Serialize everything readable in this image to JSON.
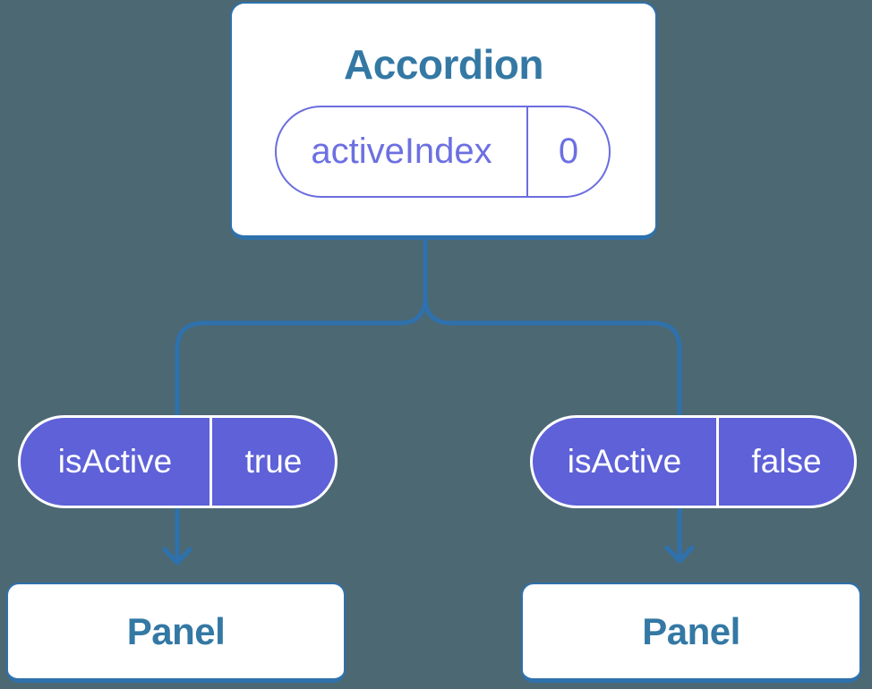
{
  "colors": {
    "background": "#4C6873",
    "connector_blue": "#2E71AC",
    "card_background": "#FFFFFF",
    "heading_blue": "#3478A4",
    "pill_fill_purple": "#5E61D7",
    "pill_outline_purple": "#6B6DDE",
    "pill_text_purple": "#6C70E1",
    "pill_text_on_fill": "#FFFFFF"
  },
  "accordion_card": {
    "title": "Accordion",
    "state_pill": {
      "name": "activeIndex",
      "value": "0"
    }
  },
  "prop_pills": [
    {
      "name": "isActive",
      "value": "true"
    },
    {
      "name": "isActive",
      "value": "false"
    }
  ],
  "panels": [
    {
      "title": "Panel"
    },
    {
      "title": "Panel"
    }
  ]
}
